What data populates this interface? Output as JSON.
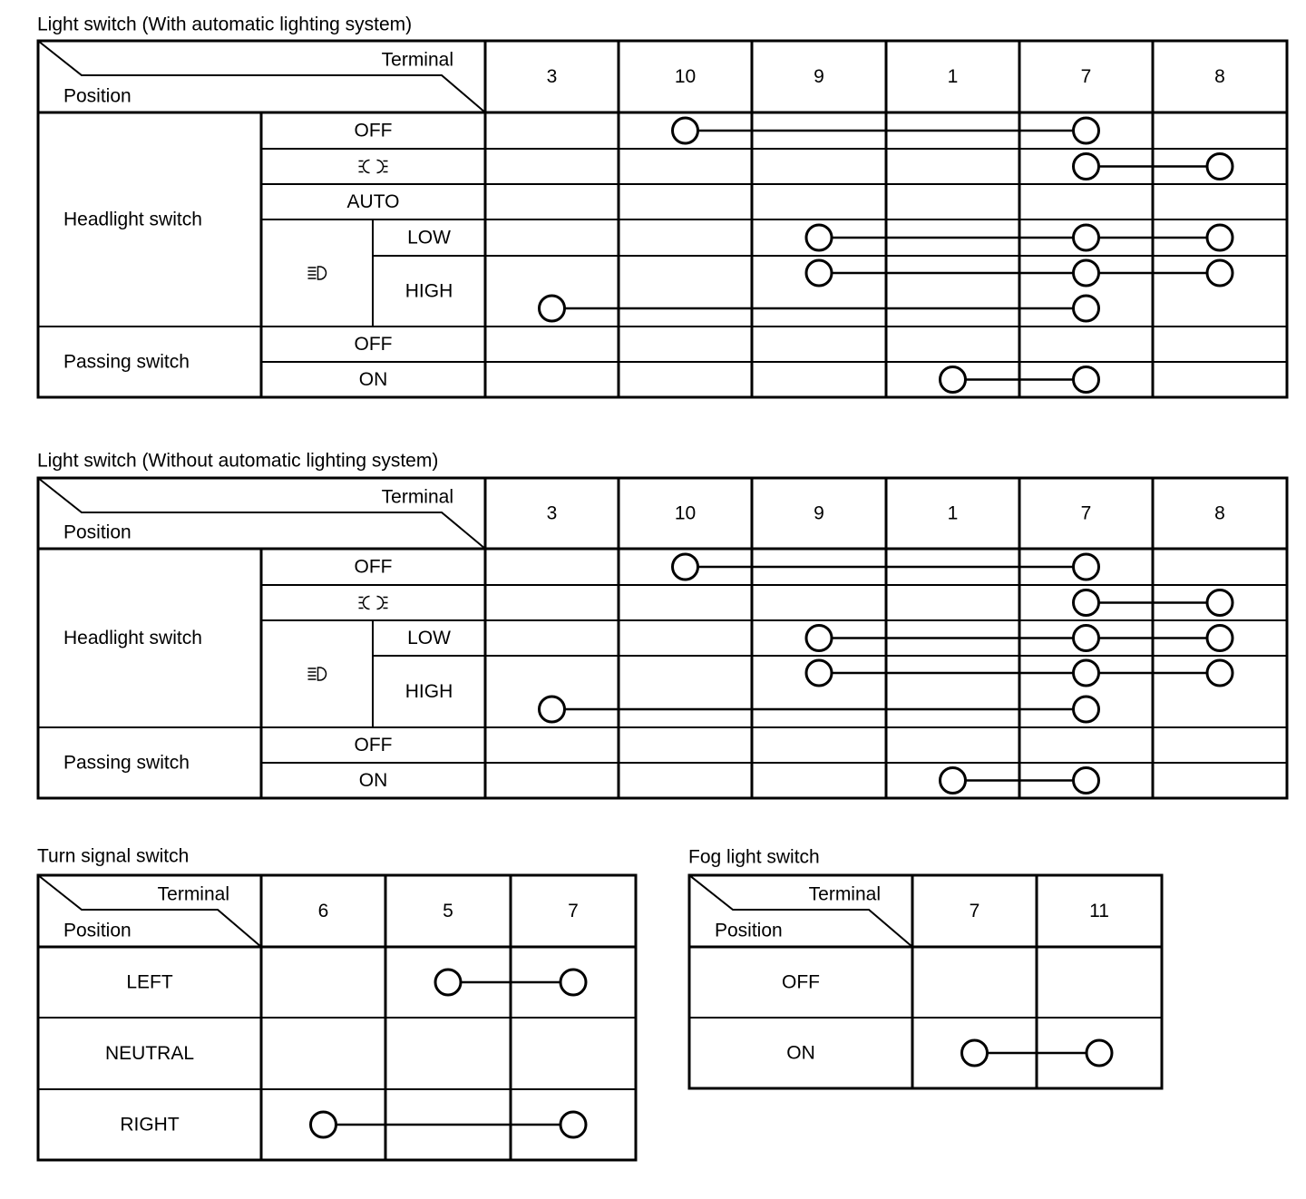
{
  "diagram": {
    "header_terminal": "Terminal",
    "header_position": "Position",
    "tables": [
      {
        "title": "Light switch (With automatic lighting system)",
        "terminals": [
          "3",
          "10",
          "9",
          "1",
          "7",
          "8"
        ],
        "groups": [
          {
            "label": "Headlight switch",
            "rows": [
              {
                "label": "OFF",
                "connections": [
                  [
                    "10",
                    "7"
                  ]
                ]
              },
              {
                "label": "",
                "icon": "parking-lamp-icon",
                "connections": [
                  [
                    "7",
                    "8"
                  ]
                ]
              },
              {
                "label": "AUTO",
                "connections": []
              },
              {
                "sub_label": "",
                "sub_icon": "headlamp-icon",
                "label": "LOW",
                "connections": [
                  [
                    "9",
                    "7",
                    "8"
                  ]
                ]
              },
              {
                "sub_label": "",
                "sub_icon": "headlamp-icon",
                "label": "HIGH",
                "connections": [
                  [
                    "9",
                    "7",
                    "8"
                  ],
                  [
                    "3",
                    "7"
                  ]
                ]
              }
            ]
          },
          {
            "label": "Passing switch",
            "rows": [
              {
                "label": "OFF",
                "connections": []
              },
              {
                "label": "ON",
                "connections": [
                  [
                    "1",
                    "7"
                  ]
                ]
              }
            ]
          }
        ]
      },
      {
        "title": "Light switch (Without automatic lighting system)",
        "terminals": [
          "3",
          "10",
          "9",
          "1",
          "7",
          "8"
        ],
        "groups": [
          {
            "label": "Headlight switch",
            "rows": [
              {
                "label": "OFF",
                "connections": [
                  [
                    "10",
                    "7"
                  ]
                ]
              },
              {
                "label": "",
                "icon": "parking-lamp-icon",
                "connections": [
                  [
                    "7",
                    "8"
                  ]
                ]
              },
              {
                "sub_label": "",
                "sub_icon": "headlamp-icon",
                "label": "LOW",
                "connections": [
                  [
                    "9",
                    "7",
                    "8"
                  ]
                ]
              },
              {
                "sub_label": "",
                "sub_icon": "headlamp-icon",
                "label": "HIGH",
                "connections": [
                  [
                    "9",
                    "7",
                    "8"
                  ],
                  [
                    "3",
                    "7"
                  ]
                ]
              }
            ]
          },
          {
            "label": "Passing switch",
            "rows": [
              {
                "label": "OFF",
                "connections": []
              },
              {
                "label": "ON",
                "connections": [
                  [
                    "1",
                    "7"
                  ]
                ]
              }
            ]
          }
        ]
      },
      {
        "title": "Turn signal switch",
        "terminals": [
          "6",
          "5",
          "7"
        ],
        "rows": [
          {
            "label": "LEFT",
            "connections": [
              [
                "5",
                "7"
              ]
            ]
          },
          {
            "label": "NEUTRAL",
            "connections": []
          },
          {
            "label": "RIGHT",
            "connections": [
              [
                "6",
                "7"
              ]
            ]
          }
        ]
      },
      {
        "title": "Fog light switch",
        "terminals": [
          "7",
          "11"
        ],
        "rows": [
          {
            "label": "OFF",
            "connections": []
          },
          {
            "label": "ON",
            "connections": [
              [
                "7",
                "11"
              ]
            ]
          }
        ]
      }
    ]
  }
}
